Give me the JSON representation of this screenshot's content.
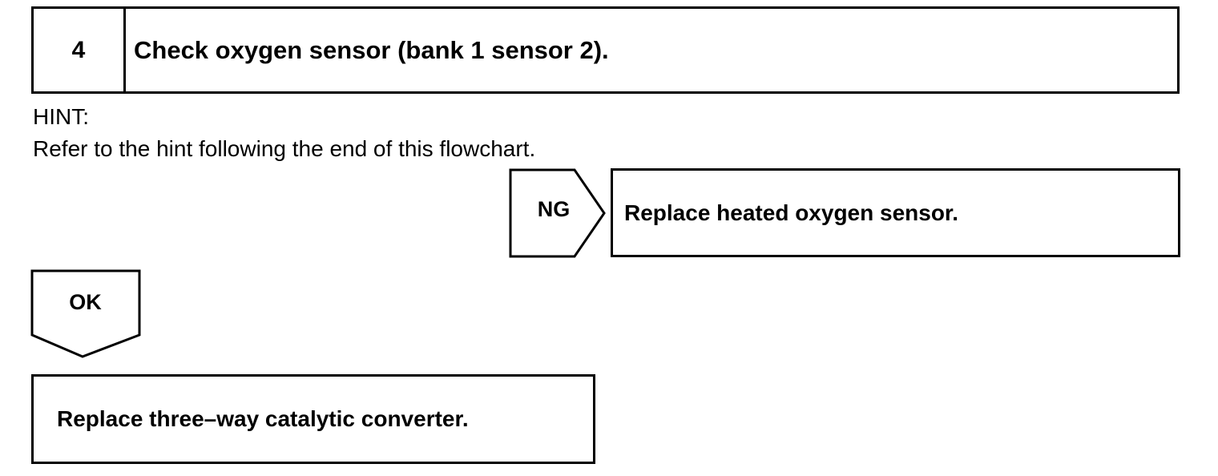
{
  "step": {
    "number": "4",
    "title": "Check oxygen sensor (bank 1 sensor 2)."
  },
  "hint": {
    "label": "HINT:",
    "text": "Refer to the hint following the end of this flowchart."
  },
  "ng_branch": {
    "label": "NG",
    "action": "Replace heated oxygen sensor."
  },
  "ok_branch": {
    "label": "OK",
    "action": "Replace three–way catalytic converter."
  }
}
